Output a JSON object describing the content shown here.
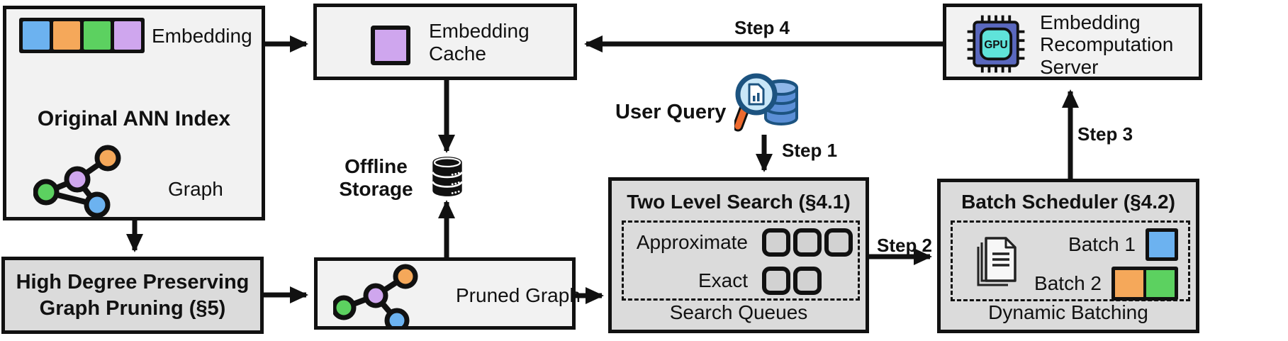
{
  "colors": {
    "blue": "#6CB2F0",
    "orange": "#F5A85A",
    "green": "#5CD160",
    "purple": "#CFA6EE",
    "box_light": "#F2F2F2",
    "box_gray": "#DBDBDB",
    "queue_fill": "#D2D2D2",
    "line": "#111111",
    "db_blue": "#5B8FD6",
    "db_blue_light": "#8FB7E8",
    "lens_blue": "#C9E7F8",
    "rim_blue": "#1C5380",
    "handle_orange": "#EE6A2E",
    "chip_body": "#5A68BE",
    "chip_screen": "#5FE3DA"
  },
  "ann": {
    "embedding_label": "Embedding",
    "title": "Original ANN Index",
    "graph_label": "Graph"
  },
  "cache": {
    "line1": "Embedding",
    "line2": "Cache"
  },
  "storage": {
    "line1": "Offline",
    "line2": "Storage"
  },
  "pruning": {
    "line1": "High Degree Preserving",
    "line2": "Graph Pruning (§5)"
  },
  "pruned": {
    "label": "Pruned Graph"
  },
  "query": {
    "label": "User Query"
  },
  "search": {
    "title": "Two Level Search (§4.1)",
    "approx": "Approximate",
    "exact": "Exact",
    "footer": "Search Queues"
  },
  "scheduler": {
    "title": "Batch Scheduler (§4.2)",
    "batch1": "Batch 1",
    "batch2": "Batch 2",
    "footer": "Dynamic Batching"
  },
  "server": {
    "line1": "Embedding",
    "line2": "Recomputation",
    "line3": "Server",
    "chip": "GPU"
  },
  "steps": {
    "s1": "Step 1",
    "s2": "Step 2",
    "s3": "Step 3",
    "s4": "Step 4"
  },
  "icons": {
    "embedding-vector-icon": "row of colored squares",
    "graph-icon": "node-link graph",
    "cache-entry-icon": "purple square",
    "offline-storage-icon": "database cylinder",
    "user-query-icon": "magnifier over database",
    "documents-icon": "stacked documents",
    "gpu-chip-icon": "GPU chip"
  }
}
